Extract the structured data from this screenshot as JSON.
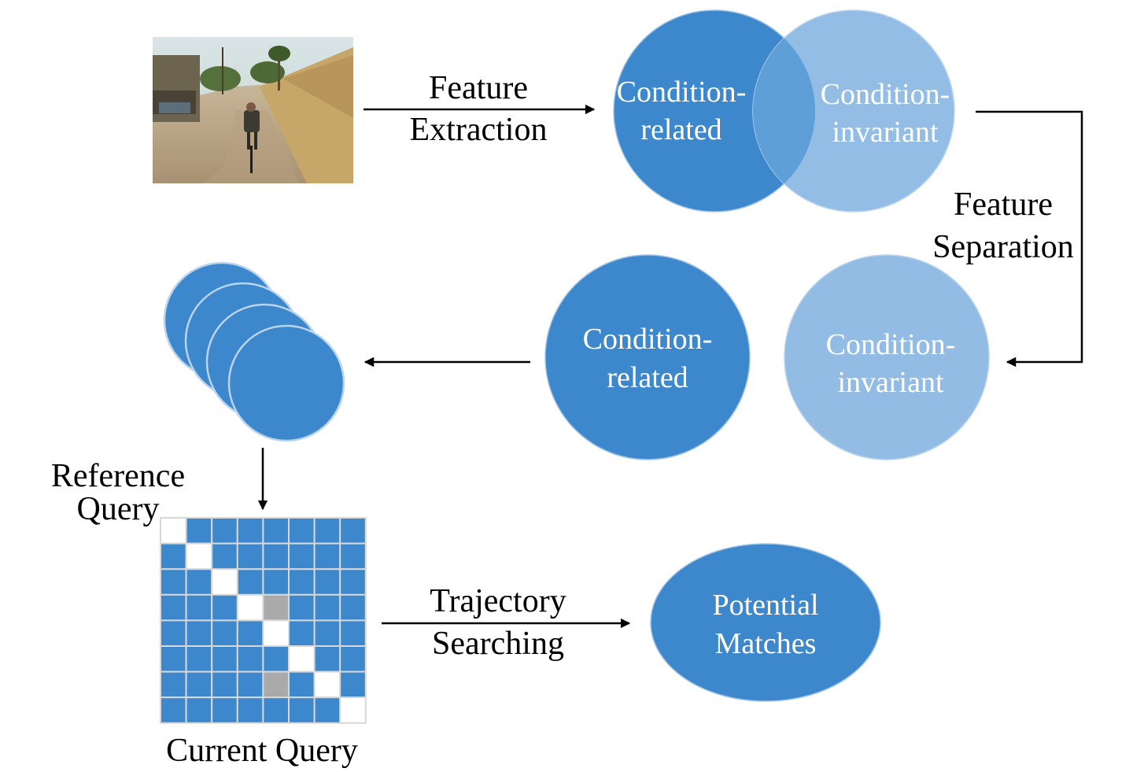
{
  "colors": {
    "dark_blue": "#3d87cc",
    "light_blue": "#92bce4",
    "overlap_blue": "#5f9fd8",
    "grey_cell": "#aaaaaa",
    "grid_line": "#d8d8d8",
    "arrow": "#000000"
  },
  "input_image": {
    "icon": "game-screenshot-icon",
    "description_visible": false
  },
  "step1": {
    "line1": "Feature",
    "line2": "Extraction"
  },
  "venn": {
    "left": {
      "line1": "Condition-",
      "line2": "related"
    },
    "right": {
      "line1": "Condition-",
      "line2": "invariant"
    }
  },
  "step2": {
    "line1": "Feature",
    "line2": "Separation"
  },
  "invariant_circle": {
    "line1": "Condition-",
    "line2": "invariant"
  },
  "related_circle": {
    "line1": "Condition-",
    "line2": "related"
  },
  "matrix": {
    "reference_label": {
      "line1": "Reference",
      "line2": "Query"
    },
    "current_label": "Current Query",
    "size": 8,
    "white_cells": [
      [
        0,
        0
      ],
      [
        1,
        1
      ],
      [
        2,
        2
      ],
      [
        3,
        3
      ],
      [
        4,
        4
      ],
      [
        5,
        5
      ],
      [
        6,
        6
      ],
      [
        7,
        7
      ]
    ],
    "grey_cells": [
      [
        3,
        4
      ],
      [
        6,
        4
      ]
    ]
  },
  "step3": {
    "line1": "Trajectory",
    "line2": "Searching"
  },
  "result": {
    "line1": "Potential",
    "line2": "Matches"
  }
}
